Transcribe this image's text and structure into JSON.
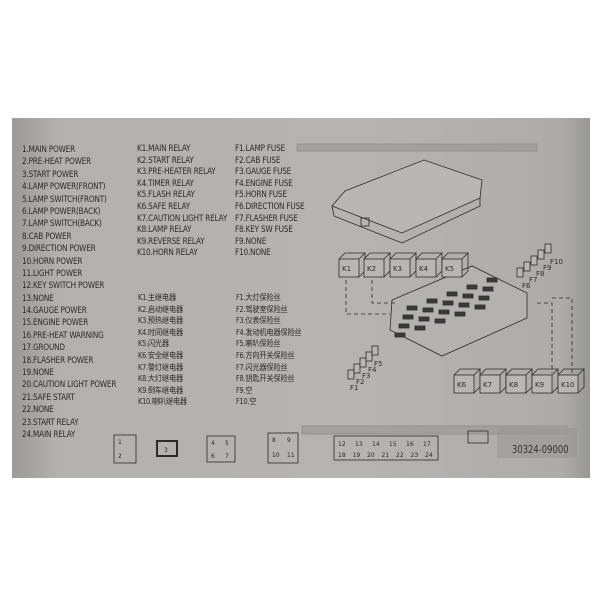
{
  "pins": [
    "1.MAIN POWER",
    "2.PRE-HEAT POWER",
    "3.START POWER",
    "4.LAMP POWER(FRONT)",
    "5.LAMP SWITCH(FRONT)",
    "6.LAMP POWER(BACK)",
    "7.LAMP SWITCH(BACK)",
    "8.CAB POWER",
    "9.DIRECTION POWER",
    "10.HORN POWER",
    "11.LIGHT POWER",
    "12.KEY SWITCH POWER",
    "13.NONE",
    "14.GAUGE POWER",
    "15.ENGINE POWER",
    "16.PRE-HEAT WARNING",
    "17.GROUND",
    "18.FLASHER POWER",
    "19.NONE",
    "20.CAUTION LIGHT POWER",
    "21.SAFE START",
    "22.NONE",
    "23.START RELAY",
    "24.MAIN RELAY"
  ],
  "relays": [
    "K1.MAIN RELAY",
    "K2.START RELAY",
    "K3.PRE-HEATER RELAY",
    "K4.TIMER RELAY",
    "K5.FLASH RELAY",
    "K6.SAFE RELAY",
    "K7.CAUTION LIGHT RELAY",
    "K8.LAMP RELAY",
    "K9.REVERSE RELAY",
    "K10.HORN RELAY"
  ],
  "relays_cn": [
    "K1.主继电器",
    "K2.启动继电器",
    "K3.预热继电器",
    "K4.时间继电器",
    "K5.闪光器",
    "K6.安全继电器",
    "K7.警灯继电器",
    "K8.大灯继电器",
    "K9.倒车继电器",
    "K10.喇叭继电器"
  ],
  "fuses": [
    "F1.LAMP FUSE",
    "F2.CAB FUSE",
    "F3.GAUGE FUSE",
    "F4.ENGINE FUSE",
    "F5.HORN FUSE",
    "F6.DIRECTION FUSE",
    "F7.FLASHER FUSE",
    "F8.KEY SW FUSE",
    "F9.NONE",
    "F10.NONE"
  ],
  "fuses_cn": [
    "F1.大灯保险丝",
    "F2.驾驶室保险丝",
    "F3.仪表保险丝",
    "F4.发动机电器保险丝",
    "F5.喇叭保险丝",
    "F6.方向开关保险丝",
    "F7.闪光器保险丝",
    "F8.钥匙开关保险丝",
    "F9.空",
    "F10.空"
  ],
  "diagram_relay_labels": [
    "K1",
    "K2",
    "K3",
    "K4",
    "K5",
    "K6",
    "K7",
    "K8",
    "K9",
    "K10"
  ],
  "diagram_fuse_labels": [
    "F1",
    "F2",
    "F3",
    "F4",
    "F5",
    "F6",
    "F7",
    "F8",
    "F9",
    "F10"
  ],
  "connector_pins": [
    "1",
    "2",
    "3",
    "4",
    "5",
    "6",
    "7",
    "8",
    "9",
    "10",
    "11"
  ],
  "big_connector_top": [
    "12",
    "13",
    "14",
    "15",
    "16",
    "17"
  ],
  "big_connector_bottom": [
    "18",
    "19",
    "20",
    "21",
    "22",
    "23",
    "24"
  ],
  "part_number": "30324-09000"
}
